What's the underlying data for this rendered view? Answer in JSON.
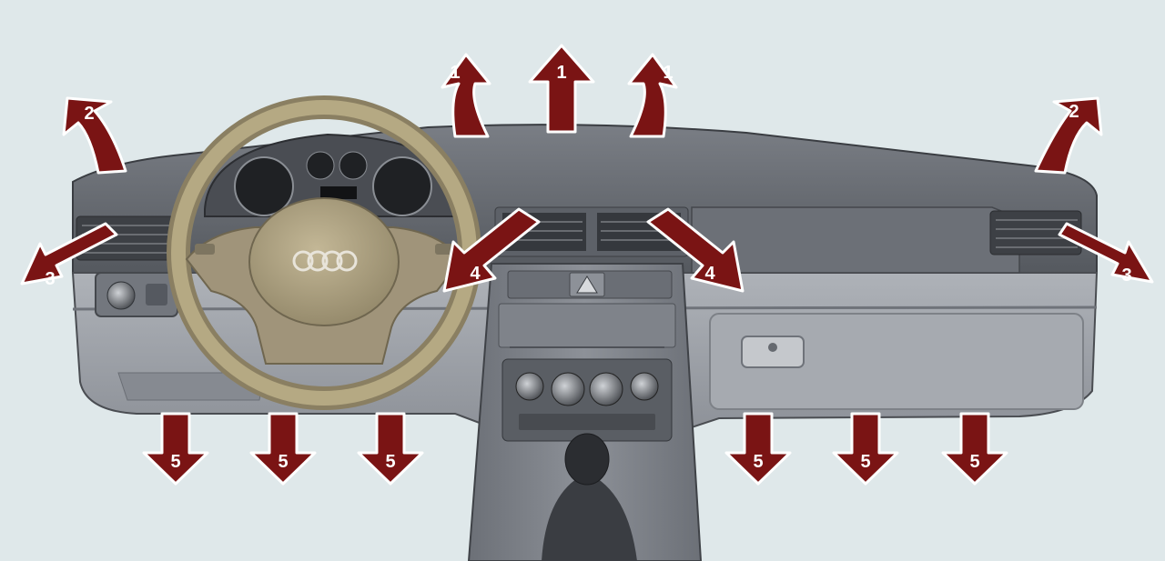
{
  "colors": {
    "background": "#dfe8ea",
    "dashboard_top": "#5d6168",
    "dashboard_lower": "#9ea3aa",
    "steering_wheel": "#a59878",
    "arrow_fill": "#7a1414",
    "arrow_outline": "#ffffff"
  },
  "icons": {
    "brand_logo": "four-rings-logo",
    "hazard_switch": "warning-triangle-icon"
  },
  "airflow_arrows": {
    "defrost_center_left": "1",
    "defrost_center": "1",
    "defrost_center_right": "1",
    "side_window_left": "2",
    "side_window_right": "2",
    "side_vent_left": "3",
    "side_vent_right": "3",
    "center_vent_left": "4",
    "center_vent_right": "4",
    "footwell_1": "5",
    "footwell_2": "5",
    "footwell_3": "5",
    "footwell_4": "5",
    "footwell_5": "5",
    "footwell_6": "5"
  }
}
